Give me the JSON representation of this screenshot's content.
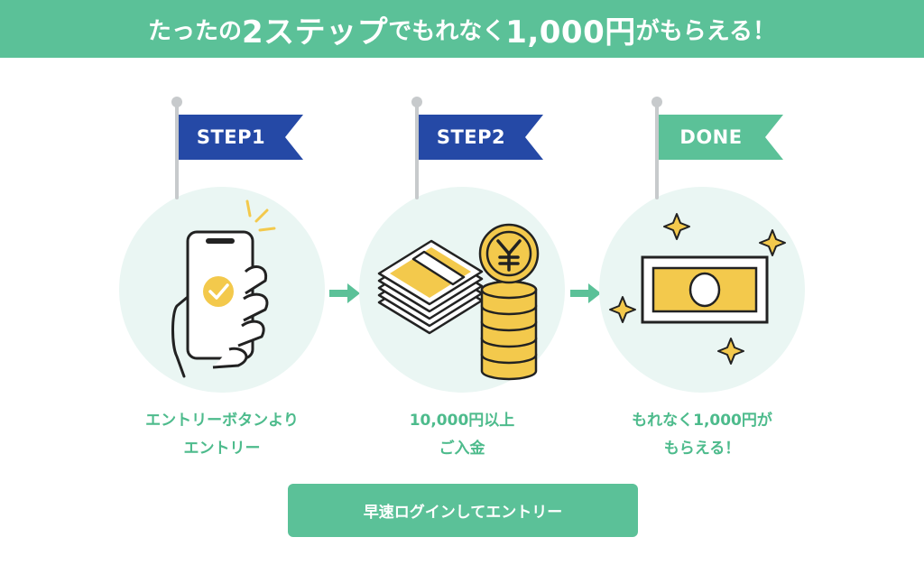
{
  "banner": {
    "part1": "たったの",
    "part2": "2ステップ",
    "part3": "でもれなく",
    "part4": "1,000円",
    "part5": "がもらえる！"
  },
  "steps": [
    {
      "flag": "STEP1",
      "flag_color": "#2549a6",
      "caption_line1": "エントリーボタンより",
      "caption_line2": "エントリー"
    },
    {
      "flag": "STEP2",
      "flag_color": "#2549a6",
      "caption_line1": "10,000円以上",
      "caption_line2": "ご入金"
    },
    {
      "flag": "DONE",
      "flag_color": "#5bc198",
      "caption_line1": "もれなく1,000円が",
      "caption_line2": "もらえる！"
    }
  ],
  "icons": {
    "step1": "smartphone-check-icon",
    "step2": "money-coins-icon",
    "step3": "banknote-sparkle-icon"
  },
  "colors": {
    "brand_green": "#5bc198",
    "step_blue": "#2549a6",
    "coin_yellow": "#f3c94c",
    "circle_bg": "#eaf6f3"
  },
  "cta": {
    "label": "早速ログインしてエントリー"
  }
}
